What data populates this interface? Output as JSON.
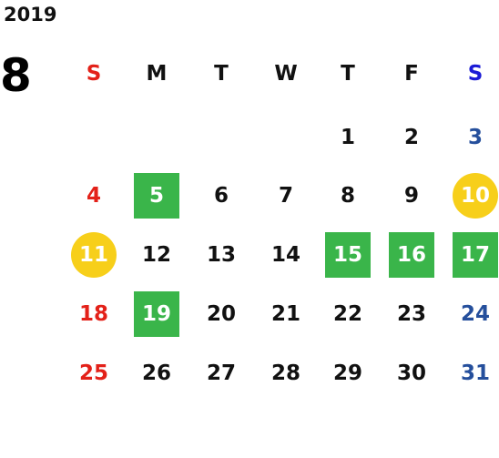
{
  "year": "2019",
  "month": "8",
  "weekdays": [
    "S",
    "M",
    "T",
    "W",
    "T",
    "F",
    "S"
  ],
  "days": [
    {
      "label": "1",
      "week": 0,
      "dow": 4,
      "mark": ""
    },
    {
      "label": "2",
      "week": 0,
      "dow": 5,
      "mark": ""
    },
    {
      "label": "3",
      "week": 0,
      "dow": 6,
      "mark": ""
    },
    {
      "label": "4",
      "week": 1,
      "dow": 0,
      "mark": ""
    },
    {
      "label": "5",
      "week": 1,
      "dow": 1,
      "mark": "green"
    },
    {
      "label": "6",
      "week": 1,
      "dow": 2,
      "mark": ""
    },
    {
      "label": "7",
      "week": 1,
      "dow": 3,
      "mark": ""
    },
    {
      "label": "8",
      "week": 1,
      "dow": 4,
      "mark": ""
    },
    {
      "label": "9",
      "week": 1,
      "dow": 5,
      "mark": ""
    },
    {
      "label": "10",
      "week": 1,
      "dow": 6,
      "mark": "holiday"
    },
    {
      "label": "11",
      "week": 2,
      "dow": 0,
      "mark": "holiday"
    },
    {
      "label": "12",
      "week": 2,
      "dow": 1,
      "mark": ""
    },
    {
      "label": "13",
      "week": 2,
      "dow": 2,
      "mark": ""
    },
    {
      "label": "14",
      "week": 2,
      "dow": 3,
      "mark": ""
    },
    {
      "label": "15",
      "week": 2,
      "dow": 4,
      "mark": "green"
    },
    {
      "label": "16",
      "week": 2,
      "dow": 5,
      "mark": "green"
    },
    {
      "label": "17",
      "week": 2,
      "dow": 6,
      "mark": "green"
    },
    {
      "label": "18",
      "week": 3,
      "dow": 0,
      "mark": ""
    },
    {
      "label": "19",
      "week": 3,
      "dow": 1,
      "mark": "green"
    },
    {
      "label": "20",
      "week": 3,
      "dow": 2,
      "mark": ""
    },
    {
      "label": "21",
      "week": 3,
      "dow": 3,
      "mark": ""
    },
    {
      "label": "22",
      "week": 3,
      "dow": 4,
      "mark": ""
    },
    {
      "label": "23",
      "week": 3,
      "dow": 5,
      "mark": ""
    },
    {
      "label": "24",
      "week": 3,
      "dow": 6,
      "mark": ""
    },
    {
      "label": "25",
      "week": 4,
      "dow": 0,
      "mark": ""
    },
    {
      "label": "26",
      "week": 4,
      "dow": 1,
      "mark": ""
    },
    {
      "label": "27",
      "week": 4,
      "dow": 2,
      "mark": ""
    },
    {
      "label": "28",
      "week": 4,
      "dow": 3,
      "mark": ""
    },
    {
      "label": "29",
      "week": 4,
      "dow": 4,
      "mark": ""
    },
    {
      "label": "30",
      "week": 4,
      "dow": 5,
      "mark": ""
    },
    {
      "label": "31",
      "week": 4,
      "dow": 6,
      "mark": ""
    }
  ],
  "colors": {
    "sunday": "#e32119",
    "saturday_header": "#1b1bd6",
    "saturday": "#254f9c",
    "green_mark": "#3ab54a",
    "holiday_mark": "#f7cf1a"
  }
}
